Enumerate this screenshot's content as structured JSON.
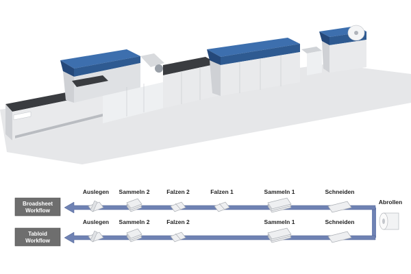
{
  "colors": {
    "arrow": "#6f82b3",
    "arrow_edge": "#4a5f92",
    "machine_body": "#e9eaec",
    "machine_shadow": "#cfd1d5",
    "machine_top": "#3d6fae",
    "floor": "#e6e7e9",
    "workflow_box": "#6e6e6e"
  },
  "machine": {
    "sections": [
      {
        "name": "delivery"
      },
      {
        "name": "gathering-folding-unit"
      },
      {
        "name": "connector"
      },
      {
        "name": "main-unit"
      },
      {
        "name": "unwinder"
      }
    ]
  },
  "workflow": {
    "source": {
      "label": "Abrollen",
      "icon": "paper-roll-icon"
    },
    "rows": [
      {
        "id": "broadsheet",
        "target_label_line1": "Broadsheet",
        "target_label_line2": "Workflow",
        "steps": [
          {
            "label": "Auslegen",
            "icon": "auslegen-icon"
          },
          {
            "label": "Sammeln 2",
            "icon": "sammeln2-icon"
          },
          {
            "label": "Falzen 2",
            "icon": "falzen2-icon"
          },
          {
            "label": "Falzen 1",
            "icon": "falzen1-icon"
          },
          {
            "label": "Sammeln 1",
            "icon": "sammeln1-icon"
          },
          {
            "label": "Schneiden",
            "icon": "schneiden-icon"
          }
        ]
      },
      {
        "id": "tabloid",
        "target_label_line1": "Tabloid",
        "target_label_line2": "Workflow",
        "steps": [
          {
            "label": "Auslegen",
            "icon": "auslegen-icon"
          },
          {
            "label": "Sammeln 2",
            "icon": "sammeln2-icon"
          },
          {
            "label": "Falzen 2",
            "icon": "falzen2-icon"
          },
          {
            "label": "Sammeln 1",
            "icon": "sammeln1-icon"
          },
          {
            "label": "Schneiden",
            "icon": "schneiden-icon"
          }
        ]
      }
    ]
  }
}
